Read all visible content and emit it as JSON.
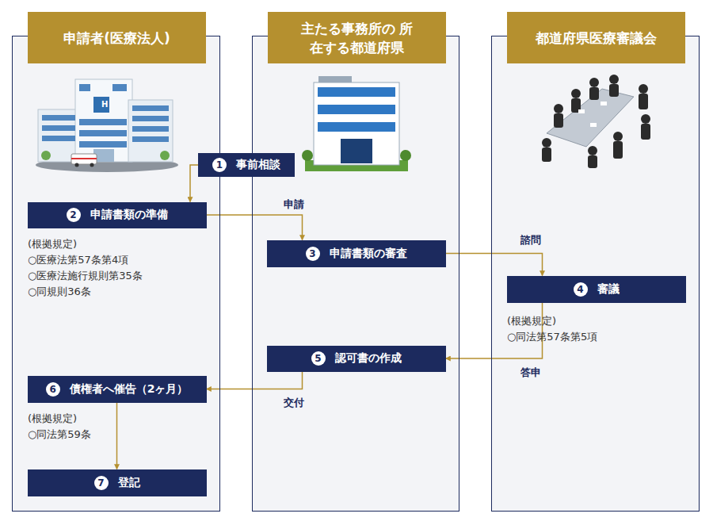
{
  "diagram": {
    "nodes": [
      {
        "text": [
          "申請者(医療法人)"
        ]
      },
      {
        "text": [
          "主たる事務所の 所在する都道府県"
        ]
      },
      {
        "text": [
          "都道府県医療審議会"
        ]
      },
      {
        "text": [
          "1",
          "事前相談"
        ]
      },
      {
        "text": [
          "2",
          "申請書類の準備"
        ],
        "in": 0
      },
      {
        "text": [
          "3",
          "申請書類の審査"
        ],
        "in": 1
      },
      {
        "text": [
          "4",
          "審議"
        ],
        "in": 2
      },
      {
        "text": [
          "5",
          "認可書の作成"
        ],
        "in": 1
      },
      {
        "text": [
          "6",
          "債権者へ催告（2ヶ月）"
        ],
        "in": 0
      },
      {
        "text": [
          "7",
          "登記"
        ],
        "in": 0
      }
    ],
    "edges": [
      {
        "from": 3,
        "to": 4,
        "arrow": "to"
      },
      {
        "from": 4,
        "to": 5,
        "label": "申請",
        "arrow": "to"
      },
      {
        "from": 5,
        "to": 6,
        "label": "諮問",
        "arrow": "to"
      },
      {
        "from": 6,
        "to": 7,
        "label": "答申",
        "arrow": "to"
      },
      {
        "from": 7,
        "to": 8,
        "label": "交付",
        "arrow": "to"
      },
      {
        "from": 8,
        "to": 9,
        "arrow": "to"
      }
    ],
    "labels": [
      "H",
      "(根拠規定)",
      "○医療法第57条第4項",
      "○医療法施行規則第35条",
      "○同規則36条",
      "(根拠規定)",
      "○同法第57条第5項",
      "(根拠規定)",
      "○同法第59条"
    ]
  }
}
